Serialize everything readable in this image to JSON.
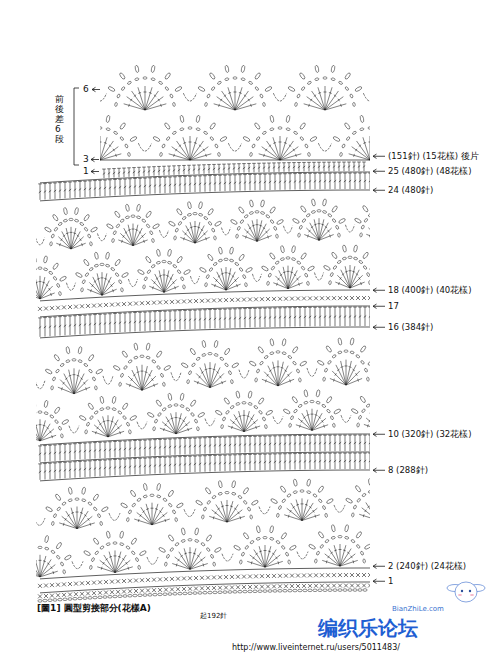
{
  "diagram": {
    "title": "[圖1] 圓型剪接部分(花樣A)",
    "labels": [
      "6",
      "前後差6段",
      "3",
      "1",
      "(151針) (15花樣) 後片",
      "25 (480針) (48花樣)",
      "24 (480針)",
      "18 (400針) (40花樣)",
      "17",
      "16 (384針)",
      "10 (320針) (32花樣)",
      "8 (288針)",
      "2 (240針) (24花樣)",
      "1",
      "起192針",
      "BianZhiLe.com",
      "编织乐论坛",
      "http://www.liveinternet.ru/users/5011483/"
    ]
  }
}
